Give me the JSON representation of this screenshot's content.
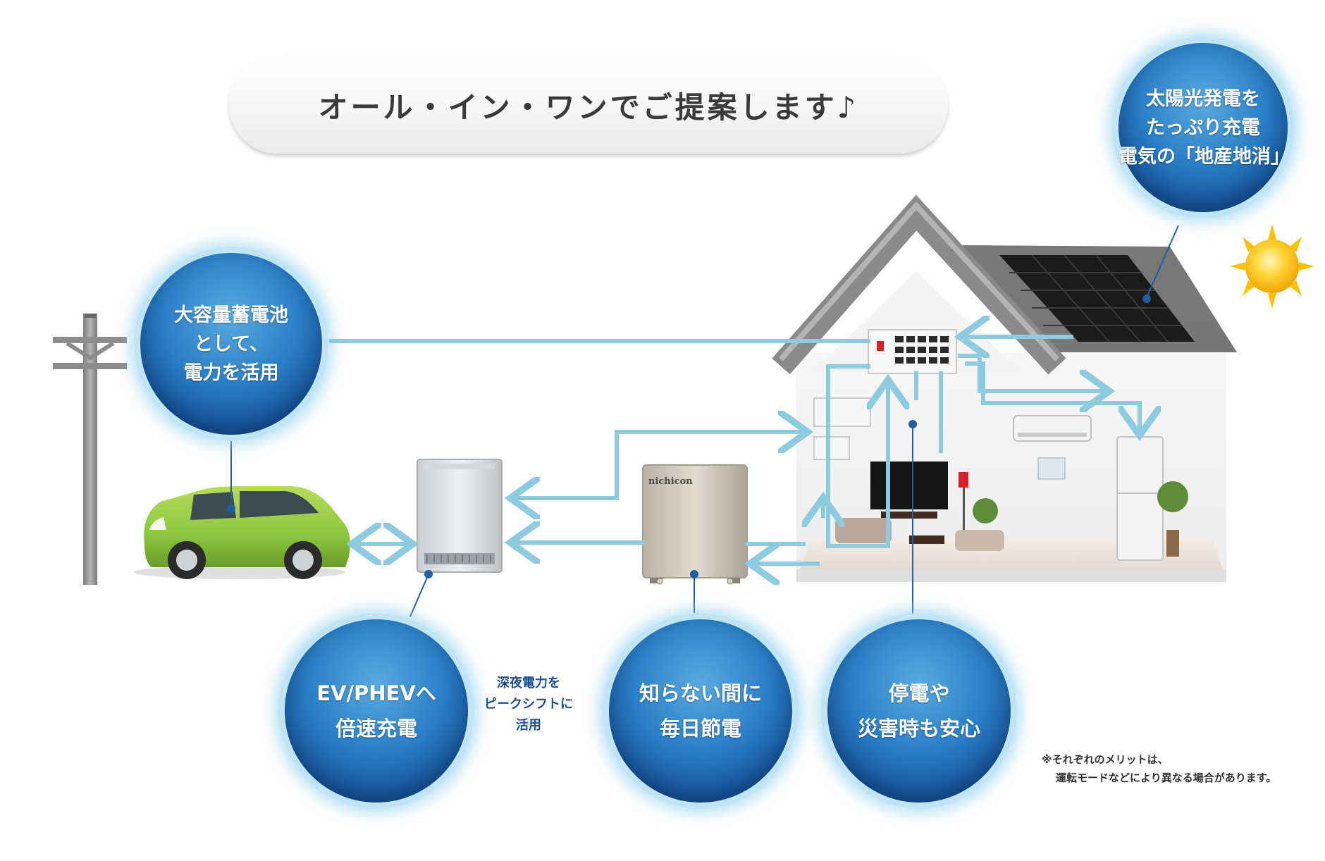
{
  "title": "オール・イン・ワンでご提案します♪",
  "balloons": {
    "solar": [
      "太陽光発電を",
      "たっぷり充電",
      "電気の「地産地消」"
    ],
    "battery": [
      "大容量蓄電池",
      "として、",
      "電力を活用"
    ],
    "ev": [
      "EV/PHEVへ",
      "倍速充電"
    ],
    "saving": [
      "知らない間に",
      "毎日節電"
    ],
    "outage": [
      "停電や",
      "災害時も安心"
    ]
  },
  "side_note": [
    "深夜電力を",
    "ピークシフトに",
    "活用"
  ],
  "foot_note": [
    "※それぞれのメリットは、",
    "運転モードなどにより異なる場合があります。"
  ],
  "device_brand": "nichicon",
  "colors": {
    "flow_line": "#8ccbe0",
    "balloon_blue": "#1f66b0",
    "balloon_ring": "#bfe4f4",
    "car_green": "#8cc63f",
    "roof_gray": "#6f6f6f",
    "solar_panel": "#1b1b1b",
    "sun": "#ffc000"
  }
}
